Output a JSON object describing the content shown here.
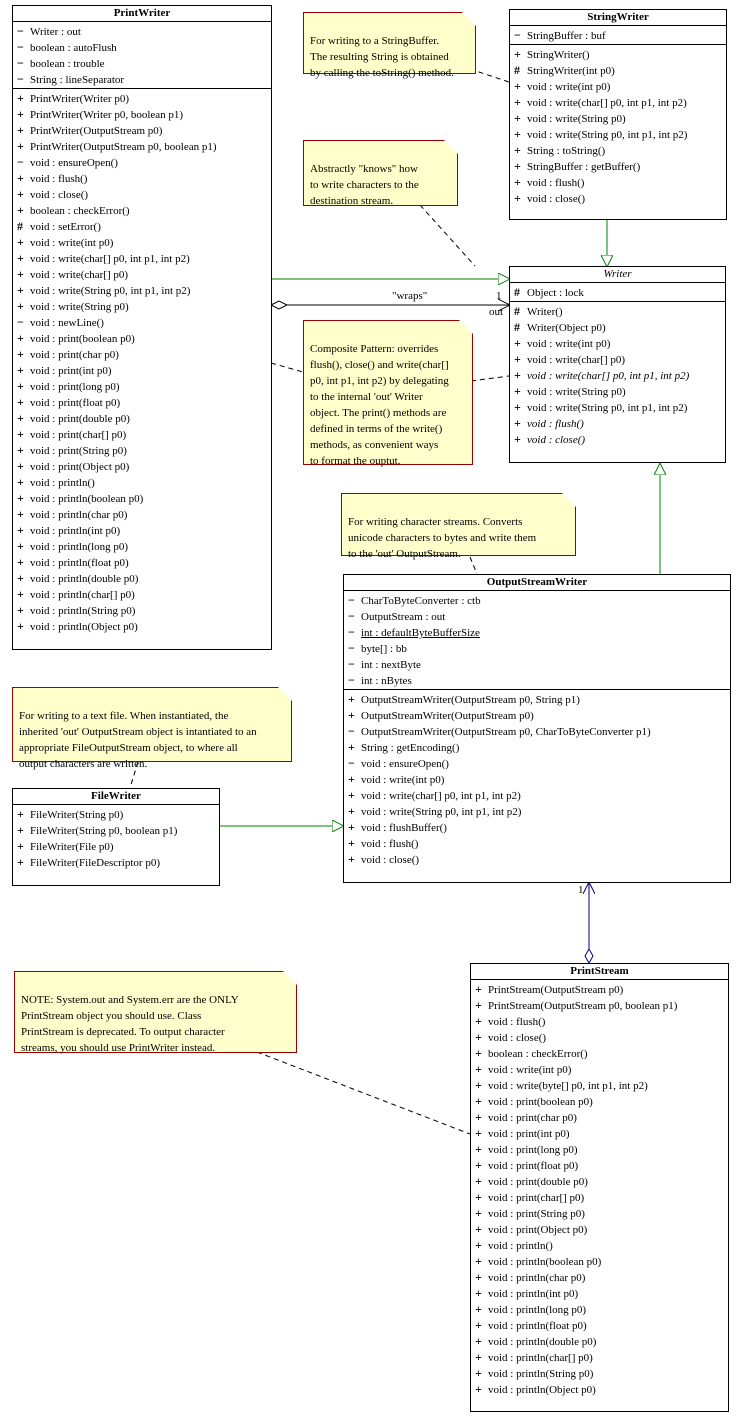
{
  "classes": {
    "printwriter": {
      "name": "PrintWriter",
      "attributes": [
        {
          "vis": "−",
          "text": "Writer : out"
        },
        {
          "vis": "−",
          "text": "boolean : autoFlush"
        },
        {
          "vis": "−",
          "text": "boolean : trouble"
        },
        {
          "vis": "−",
          "text": "String : lineSeparator"
        }
      ],
      "methods": [
        {
          "vis": "+",
          "text": "PrintWriter(Writer p0)"
        },
        {
          "vis": "+",
          "text": "PrintWriter(Writer p0, boolean p1)"
        },
        {
          "vis": "+",
          "text": "PrintWriter(OutputStream p0)"
        },
        {
          "vis": "+",
          "text": "PrintWriter(OutputStream p0, boolean p1)"
        },
        {
          "vis": "−",
          "text": "void : ensureOpen()"
        },
        {
          "vis": "+",
          "text": "void : flush()"
        },
        {
          "vis": "+",
          "text": "void : close()"
        },
        {
          "vis": "+",
          "text": "boolean : checkError()"
        },
        {
          "vis": "#",
          "text": "void : setError()"
        },
        {
          "vis": "+",
          "text": "void : write(int p0)"
        },
        {
          "vis": "+",
          "text": "void : write(char[] p0, int p1, int p2)"
        },
        {
          "vis": "+",
          "text": "void : write(char[] p0)"
        },
        {
          "vis": "+",
          "text": "void : write(String p0, int p1, int p2)"
        },
        {
          "vis": "+",
          "text": "void : write(String p0)"
        },
        {
          "vis": "−",
          "text": "void : newLine()"
        },
        {
          "vis": "+",
          "text": "void : print(boolean p0)"
        },
        {
          "vis": "+",
          "text": "void : print(char p0)"
        },
        {
          "vis": "+",
          "text": "void : print(int p0)"
        },
        {
          "vis": "+",
          "text": "void : print(long p0)"
        },
        {
          "vis": "+",
          "text": "void : print(float p0)"
        },
        {
          "vis": "+",
          "text": "void : print(double p0)"
        },
        {
          "vis": "+",
          "text": "void : print(char[] p0)"
        },
        {
          "vis": "+",
          "text": "void : print(String p0)"
        },
        {
          "vis": "+",
          "text": "void : print(Object p0)"
        },
        {
          "vis": "+",
          "text": "void : println()"
        },
        {
          "vis": "+",
          "text": "void : println(boolean p0)"
        },
        {
          "vis": "+",
          "text": "void : println(char p0)"
        },
        {
          "vis": "+",
          "text": "void : println(int p0)"
        },
        {
          "vis": "+",
          "text": "void : println(long p0)"
        },
        {
          "vis": "+",
          "text": "void : println(float p0)"
        },
        {
          "vis": "+",
          "text": "void : println(double p0)"
        },
        {
          "vis": "+",
          "text": "void : println(char[] p0)"
        },
        {
          "vis": "+",
          "text": "void : println(String p0)"
        },
        {
          "vis": "+",
          "text": "void : println(Object p0)"
        }
      ]
    },
    "stringwriter": {
      "name": "StringWriter",
      "attributes": [
        {
          "vis": "−",
          "text": "StringBuffer : buf"
        }
      ],
      "methods": [
        {
          "vis": "+",
          "text": "StringWriter()"
        },
        {
          "vis": "#",
          "text": "StringWriter(int p0)"
        },
        {
          "vis": "+",
          "text": "void : write(int p0)"
        },
        {
          "vis": "+",
          "text": "void : write(char[] p0, int p1, int p2)"
        },
        {
          "vis": "+",
          "text": "void : write(String p0)"
        },
        {
          "vis": "+",
          "text": "void : write(String p0, int p1, int p2)"
        },
        {
          "vis": "+",
          "text": "String : toString()"
        },
        {
          "vis": "+",
          "text": "StringBuffer : getBuffer()"
        },
        {
          "vis": "+",
          "text": "void : flush()"
        },
        {
          "vis": "+",
          "text": "void : close()"
        }
      ]
    },
    "writer": {
      "name": "Writer",
      "attributes": [
        {
          "vis": "#",
          "text": "Object : lock"
        }
      ],
      "methods": [
        {
          "vis": "#",
          "text": "Writer()"
        },
        {
          "vis": "#",
          "text": "Writer(Object p0)"
        },
        {
          "vis": "+",
          "text": "void : write(int p0)"
        },
        {
          "vis": "+",
          "text": "void : write(char[] p0)"
        },
        {
          "vis": "+",
          "text": "void : write(char[] p0, int p1, int p2)",
          "italic": true
        },
        {
          "vis": "+",
          "text": "void : write(String p0)"
        },
        {
          "vis": "+",
          "text": "void : write(String p0, int p1, int p2)"
        },
        {
          "vis": "+",
          "text": "void : flush()",
          "italic": true
        },
        {
          "vis": "+",
          "text": "void : close()",
          "italic": true
        }
      ]
    },
    "outputstreamwriter": {
      "name": "OutputStreamWriter",
      "attributes": [
        {
          "vis": "−",
          "text": "CharToByteConverter : ctb"
        },
        {
          "vis": "−",
          "text": "OutputStream : out"
        },
        {
          "vis": "−",
          "text": "int : defaultByteBufferSize",
          "underline": true
        },
        {
          "vis": "−",
          "text": "byte[] : bb"
        },
        {
          "vis": "−",
          "text": "int : nextByte"
        },
        {
          "vis": "−",
          "text": "int : nBytes"
        }
      ],
      "methods": [
        {
          "vis": "+",
          "text": "OutputStreamWriter(OutputStream p0, String p1)"
        },
        {
          "vis": "+",
          "text": "OutputStreamWriter(OutputStream p0)"
        },
        {
          "vis": "−",
          "text": "OutputStreamWriter(OutputStream p0, CharToByteConverter p1)"
        },
        {
          "vis": "+",
          "text": "String : getEncoding()"
        },
        {
          "vis": "−",
          "text": "void : ensureOpen()"
        },
        {
          "vis": "+",
          "text": "void : write(int p0)"
        },
        {
          "vis": "+",
          "text": "void : write(char[] p0, int p1, int p2)"
        },
        {
          "vis": "+",
          "text": "void : write(String p0, int p1, int p2)"
        },
        {
          "vis": "+",
          "text": "void : flushBuffer()"
        },
        {
          "vis": "+",
          "text": "void : flush()"
        },
        {
          "vis": "+",
          "text": "void : close()"
        }
      ]
    },
    "filewriter": {
      "name": "FileWriter",
      "attributes": [],
      "methods": [
        {
          "vis": "+",
          "text": "FileWriter(String p0)"
        },
        {
          "vis": "+",
          "text": "FileWriter(String p0, boolean p1)"
        },
        {
          "vis": "+",
          "text": "FileWriter(File p0)"
        },
        {
          "vis": "+",
          "text": "FileWriter(FileDescriptor p0)"
        }
      ]
    },
    "printstream": {
      "name": "PrintStream",
      "attributes": [],
      "methods": [
        {
          "vis": "+",
          "text": "PrintStream(OutputStream p0)"
        },
        {
          "vis": "+",
          "text": "PrintStream(OutputStream p0, boolean p1)"
        },
        {
          "vis": "+",
          "text": "void : flush()"
        },
        {
          "vis": "+",
          "text": "void : close()"
        },
        {
          "vis": "+",
          "text": "boolean : checkError()"
        },
        {
          "vis": "+",
          "text": "void : write(int p0)"
        },
        {
          "vis": "+",
          "text": "void : write(byte[] p0, int p1, int p2)"
        },
        {
          "vis": "+",
          "text": "void : print(boolean p0)"
        },
        {
          "vis": "+",
          "text": "void : print(char p0)"
        },
        {
          "vis": "+",
          "text": "void : print(int p0)"
        },
        {
          "vis": "+",
          "text": "void : print(long p0)"
        },
        {
          "vis": "+",
          "text": "void : print(float p0)"
        },
        {
          "vis": "+",
          "text": "void : print(double p0)"
        },
        {
          "vis": "+",
          "text": "void : print(char[] p0)"
        },
        {
          "vis": "+",
          "text": "void : print(String p0)"
        },
        {
          "vis": "+",
          "text": "void : print(Object p0)"
        },
        {
          "vis": "+",
          "text": "void : println()"
        },
        {
          "vis": "+",
          "text": "void : println(boolean p0)"
        },
        {
          "vis": "+",
          "text": "void : println(char p0)"
        },
        {
          "vis": "+",
          "text": "void : println(int p0)"
        },
        {
          "vis": "+",
          "text": "void : println(long p0)"
        },
        {
          "vis": "+",
          "text": "void : println(float p0)"
        },
        {
          "vis": "+",
          "text": "void : println(double p0)"
        },
        {
          "vis": "+",
          "text": "void : println(char[] p0)"
        },
        {
          "vis": "+",
          "text": "void : println(String p0)"
        },
        {
          "vis": "+",
          "text": "void : println(Object p0)"
        }
      ]
    }
  },
  "notes": {
    "stringwriter_note": "For writing to a StringBuffer.\nThe resulting String is obtained\nby calling the toString() method.",
    "writer_note": "Abstractly \"knows\" how\nto write characters to the\ndestination stream.",
    "composite_note": "Composite Pattern: overrides\nflush(), close() and write(char[]\np0, int p1, int p2) by delegating\nto the internal 'out' Writer\nobject.  The print() methods are\ndefined in terms of the write()\nmethods,  as convenient ways\nto format the ouptut.",
    "osw_note": "For writing character streams.  Converts\nunicode characters to bytes and write them\nto the 'out' OutputStream.",
    "filewriter_note": "For writing to a text file.  When instantiated, the\ninherited 'out' OutputStream object is intantiated to an\nappropriate FileOutputStream object, to where all\noutput characters are written.",
    "printstream_note": "NOTE: System.out and System.err are the ONLY\nPrintStream object you should use.  Class\nPrintStream is deprecated.  To output character\nstreams, you should use PrintWriter instead."
  },
  "associations": {
    "wraps_label": "\"wraps\"",
    "wraps_multiplicity": "1",
    "wraps_role": "out",
    "printstream_multiplicity": "1"
  },
  "colors": {
    "generalization": "#008000",
    "note_fill": "#ffffcc",
    "note_border": "#990000",
    "association": "#000080"
  }
}
